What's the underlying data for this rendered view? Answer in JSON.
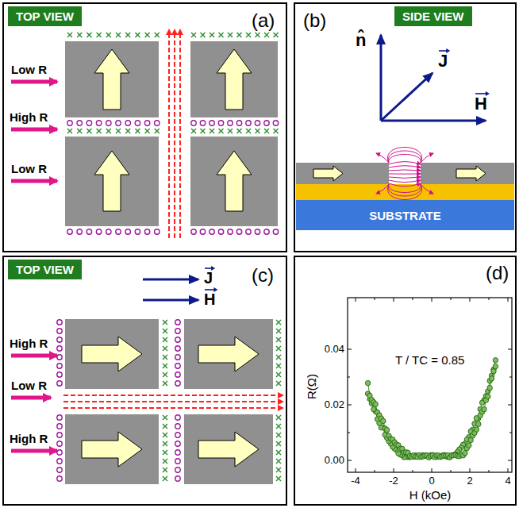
{
  "diagram": {
    "nodes": [
      {
        "text": [
          "(a)"
        ]
      },
      {
        "text": [
          "TOP VIEW"
        ],
        "in": 0
      },
      {
        "text": [
          "(b)"
        ]
      },
      {
        "text": [
          "SIDE VIEW"
        ],
        "in": 2
      },
      {
        "text": [
          "SUBSTRATE"
        ],
        "in": 2
      },
      {
        "text": [
          "(c)"
        ]
      },
      {
        "text": [
          "TOP VIEW"
        ],
        "in": 5
      },
      {
        "text": [
          "(d)"
        ]
      }
    ],
    "labels": [
      "Low R",
      "High R",
      "Low R",
      "n̂",
      "J",
      "H",
      "J",
      "H",
      "High R",
      "Low R",
      "High R",
      "0.04",
      "0.02",
      "0.00",
      "-4",
      "-2",
      "0",
      "2",
      "4",
      "R(Ω)",
      "H (kOe)",
      "T / TC = 0.85"
    ]
  }
}
